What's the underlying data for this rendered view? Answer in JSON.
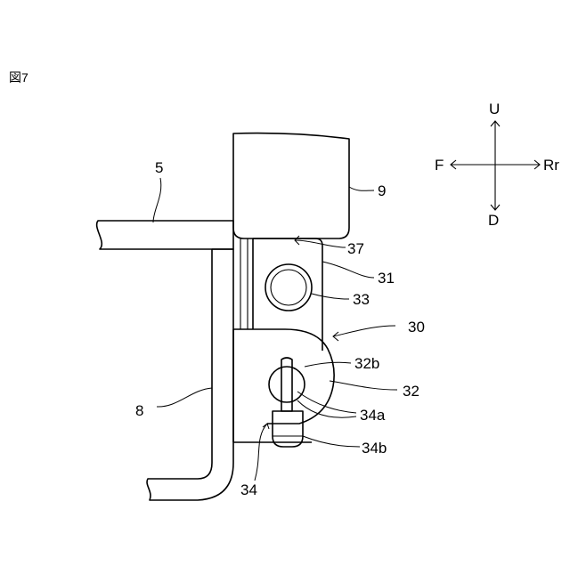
{
  "figure": {
    "label": "図7"
  },
  "directions": {
    "up": "U",
    "down": "D",
    "front": "F",
    "rear": "Rr"
  },
  "labels": {
    "p5": "5",
    "p8": "8",
    "p9": "9",
    "p30": "30",
    "p31": "31",
    "p32": "32",
    "p32b": "32b",
    "p33": "33",
    "p34": "34",
    "p34a": "34a",
    "p34b": "34b",
    "p37": "37"
  }
}
